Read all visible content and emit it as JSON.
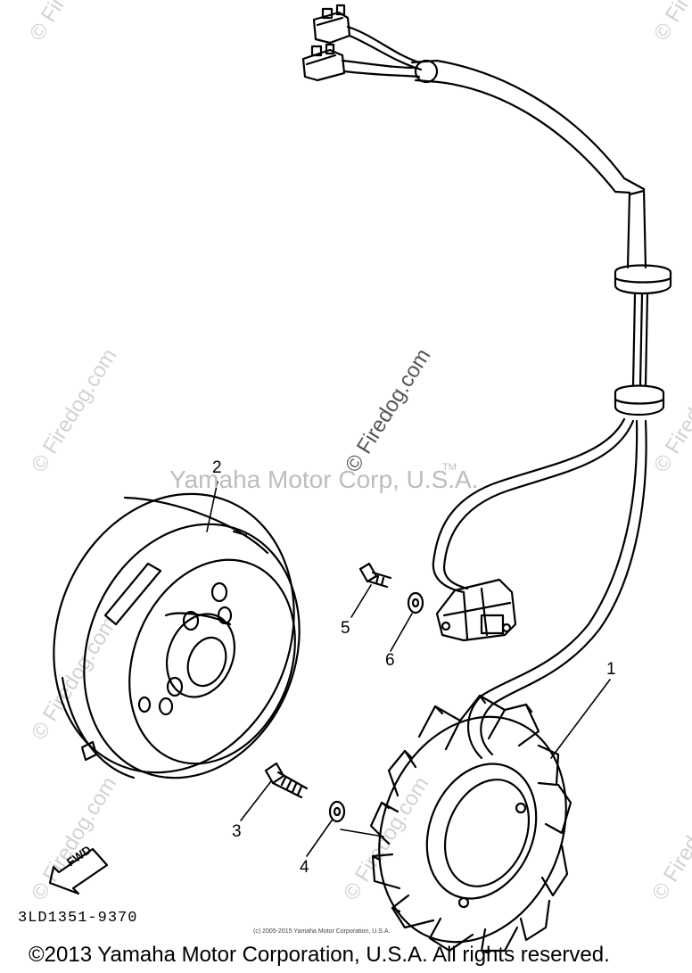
{
  "watermark": {
    "main": "Yamaha Motor Corp, U.S.A.",
    "tm": "TM",
    "diagonal": "© Firedog.com"
  },
  "callouts": [
    "1",
    "2",
    "3",
    "4",
    "5",
    "6"
  ],
  "fwd_label": "FWD",
  "diagram_code": "3LD1351-9370",
  "small_copyright": "(c) 2005-2015 Yamaha Motor Corporation, U.S.A.",
  "copyright": "©2013 Yamaha Motor Corporation, U.S.A. All rights reserved."
}
